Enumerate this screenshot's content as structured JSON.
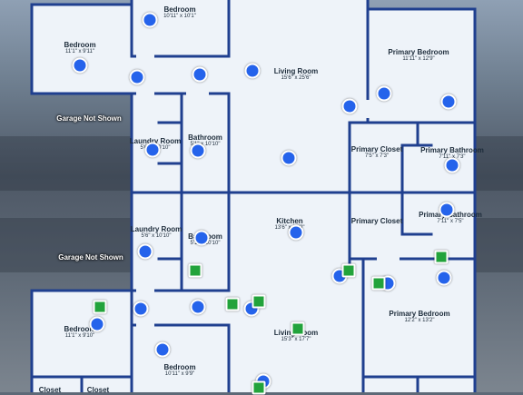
{
  "colors": {
    "wall": "#1f3f8f",
    "floor": "#eef3f9",
    "marker_blue": "#2563eb",
    "marker_green": "#22a33b"
  },
  "garage_labels": [
    "Garage Not Shown",
    "Garage Not Shown"
  ],
  "rooms": [
    {
      "id": "bedroom-nw",
      "name": "Bedroom",
      "dims": "11'1\" x 9'11\""
    },
    {
      "id": "bedroom-n",
      "name": "Bedroom",
      "dims": "10'11\" x 10'1\""
    },
    {
      "id": "living-upper",
      "name": "Living Room",
      "dims": "15'6\" x 25'6\""
    },
    {
      "id": "primary-bedroom-upper",
      "name": "Primary Bedroom",
      "dims": "11'11\" x 12'9\""
    },
    {
      "id": "laundry-upper",
      "name": "Laundry Room",
      "dims": "5'6\" x 10'10\""
    },
    {
      "id": "bathroom-upper",
      "name": "Bathroom",
      "dims": "5'1\" x 10'10\""
    },
    {
      "id": "primary-closet-upper",
      "name": "Primary Closet",
      "dims": "7'5\" x 7'3\""
    },
    {
      "id": "primary-bathroom-upper",
      "name": "Primary Bathroom",
      "dims": "7'11\" x 7'3\""
    },
    {
      "id": "laundry-lower",
      "name": "Laundry Room",
      "dims": "5'6\" x 10'10\""
    },
    {
      "id": "bathroom-lower",
      "name": "Bathroom",
      "dims": "5'1\" x 10'10\""
    },
    {
      "id": "kitchen",
      "name": "Kitchen",
      "dims": "13'6\" x 15'0\""
    },
    {
      "id": "primary-closet-lower",
      "name": "Primary Closet",
      "dims": ""
    },
    {
      "id": "primary-bathroom-lower",
      "name": "Primary Bathroom",
      "dims": "7'11\" x 7'5\""
    },
    {
      "id": "bedroom-sw",
      "name": "Bedroom",
      "dims": "11'1\" x 9'10\""
    },
    {
      "id": "primary-bedroom-lower",
      "name": "Primary Bedroom",
      "dims": "12'2\" x 13'2\""
    },
    {
      "id": "living-lower",
      "name": "Living Room",
      "dims": "15'3\" x 17'7\""
    },
    {
      "id": "bedroom-s",
      "name": "Bedroom",
      "dims": "10'11\" x 9'9\""
    },
    {
      "id": "closet-a",
      "name": "Closet",
      "dims": ""
    },
    {
      "id": "closet-b",
      "name": "Closet",
      "dims": ""
    }
  ],
  "markers": {
    "blue_count": 27,
    "green_count": 10
  }
}
